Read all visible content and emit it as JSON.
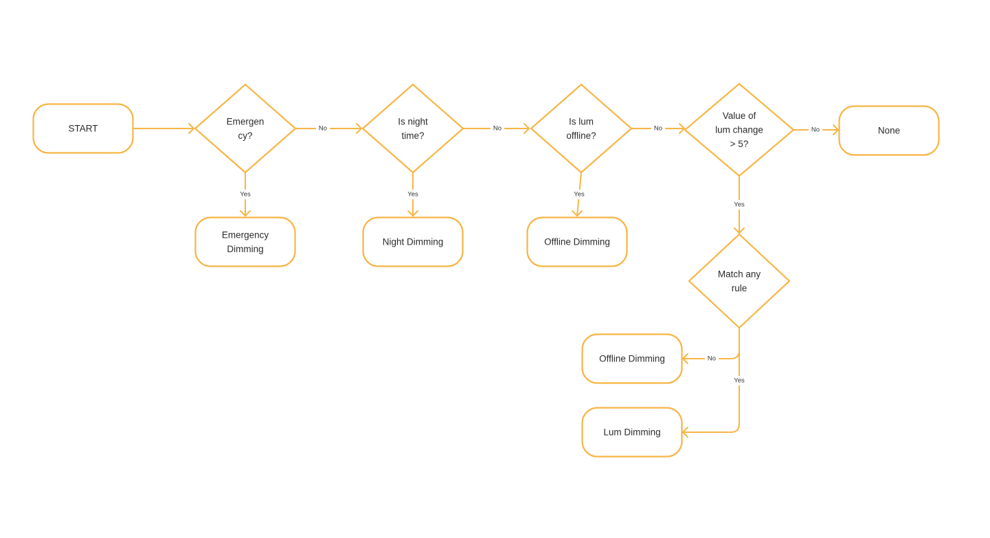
{
  "accent_color": "#f7b544",
  "text_color": "#2b2b2b",
  "background": "#ffffff",
  "nodes": {
    "start": {
      "shape": "terminal",
      "lines": [
        "START"
      ]
    },
    "emergency": {
      "shape": "decision",
      "lines": [
        "Emergen",
        "cy?"
      ]
    },
    "night": {
      "shape": "decision",
      "lines": [
        "Is night",
        "time?"
      ]
    },
    "lum_offline": {
      "shape": "decision",
      "lines": [
        "Is lum",
        "offline?"
      ]
    },
    "lum_change": {
      "shape": "decision",
      "lines": [
        "Value of",
        "lum change",
        "> 5?"
      ]
    },
    "none": {
      "shape": "terminal",
      "lines": [
        "None"
      ]
    },
    "emergency_dimming": {
      "shape": "terminal",
      "lines": [
        "Emergency",
        "Dimming"
      ]
    },
    "night_dimming": {
      "shape": "terminal",
      "lines": [
        "Night Dimming"
      ]
    },
    "offline_dimming": {
      "shape": "terminal",
      "lines": [
        "Offline Dimming"
      ]
    },
    "match_rule": {
      "shape": "decision",
      "lines": [
        "Match any",
        "rule"
      ]
    },
    "offline_dimming_2": {
      "shape": "terminal",
      "lines": [
        "Offline Dimming"
      ]
    },
    "lum_dimming": {
      "shape": "terminal",
      "lines": [
        "Lum Dimming"
      ]
    }
  },
  "edges": [
    {
      "id": "start-to-emergency",
      "from": "start",
      "to": "emergency",
      "label": ""
    },
    {
      "id": "emergency-no",
      "from": "emergency",
      "to": "night",
      "label": "No"
    },
    {
      "id": "night-no",
      "from": "night",
      "to": "lum_offline",
      "label": "No"
    },
    {
      "id": "offline-no",
      "from": "lum_offline",
      "to": "lum_change",
      "label": "No"
    },
    {
      "id": "change-no",
      "from": "lum_change",
      "to": "none",
      "label": "No"
    },
    {
      "id": "emergency-yes",
      "from": "emergency",
      "to": "emergency_dimming",
      "label": "Yes"
    },
    {
      "id": "night-yes",
      "from": "night",
      "to": "night_dimming",
      "label": "Yes"
    },
    {
      "id": "offline-yes",
      "from": "lum_offline",
      "to": "offline_dimming",
      "label": "Yes"
    },
    {
      "id": "change-yes",
      "from": "lum_change",
      "to": "match_rule",
      "label": "Yes"
    },
    {
      "id": "rule-no",
      "from": "match_rule",
      "to": "offline_dimming_2",
      "label": "No"
    },
    {
      "id": "rule-yes",
      "from": "match_rule",
      "to": "lum_dimming",
      "label": "Yes"
    }
  ]
}
